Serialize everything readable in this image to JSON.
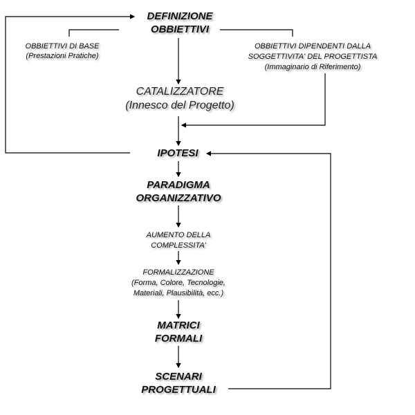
{
  "nodes": {
    "definizione": [
      "DEFINIZIONE",
      "OBBIETTIVI"
    ],
    "base": [
      "OBBIETTIVI DI BASE",
      "(Prestazioni Pratiche)"
    ],
    "dipendenti": [
      "OBBIETTIVI DIPENDENTI DALLA",
      "SOGGETTIVITA' DEL PROGETTISTA",
      "(Immaginario di Riferimento)"
    ],
    "catalizzatore": [
      "CATALIZZATORE",
      "(Innesco del Progetto)"
    ],
    "ipotesi": [
      "IPOTESI"
    ],
    "paradigma": [
      "PARADIGMA",
      "ORGANIZZATIVO"
    ],
    "aumento": [
      "AUMENTO DELLA",
      "COMPLESSITA'"
    ],
    "formalizzazione": [
      "FORMALIZZAZIONE",
      "(Forma, Colore, Tecnologie,",
      "Materiali, Plausibilità, ecc.)"
    ],
    "matrici": [
      "MATRICI",
      "FORMALI"
    ],
    "scenari": [
      "SCENARI",
      "PROGETTUALI"
    ]
  }
}
